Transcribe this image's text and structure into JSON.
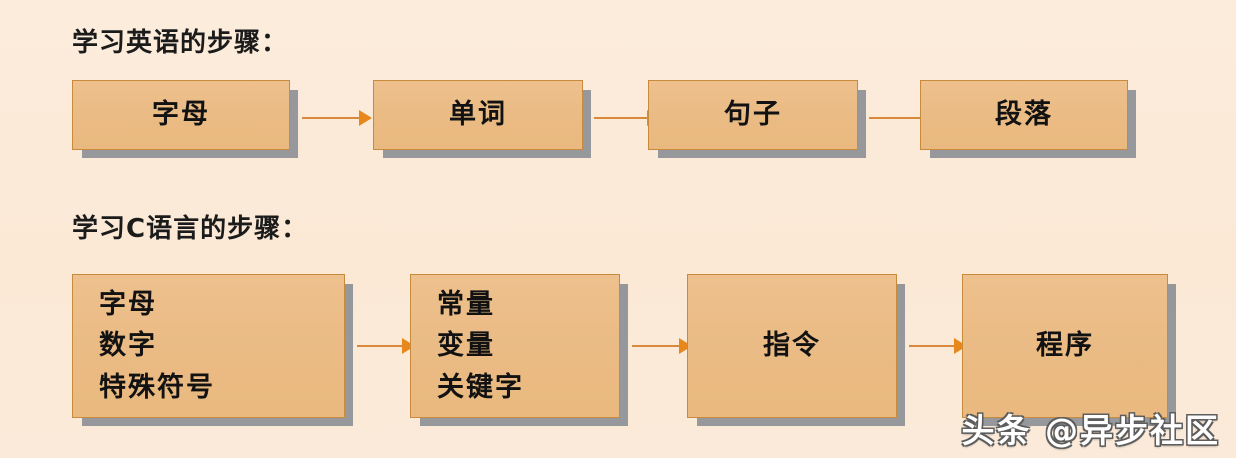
{
  "background_color": "#fbead9",
  "box_fill_color": "#eabb84",
  "box_border_color": "#c88a3c",
  "arrow_color": "#e8871b",
  "shadow_color": "#7a808a",
  "sections": [
    {
      "caption": "学习英语的步骤：",
      "nodes": [
        {
          "label": "字母",
          "align": "center"
        },
        {
          "label": "单词",
          "align": "center"
        },
        {
          "label": "句子",
          "align": "center"
        },
        {
          "label": "段落",
          "align": "center"
        }
      ]
    },
    {
      "caption": "学习C语言的步骤：",
      "nodes": [
        {
          "label": "字母\n数字\n特殊符号",
          "align": "left"
        },
        {
          "label": "常量\n变量\n关键字",
          "align": "left"
        },
        {
          "label": "指令",
          "align": "center"
        },
        {
          "label": "程序",
          "align": "center"
        }
      ]
    }
  ],
  "watermark": "头条 @异步社区"
}
